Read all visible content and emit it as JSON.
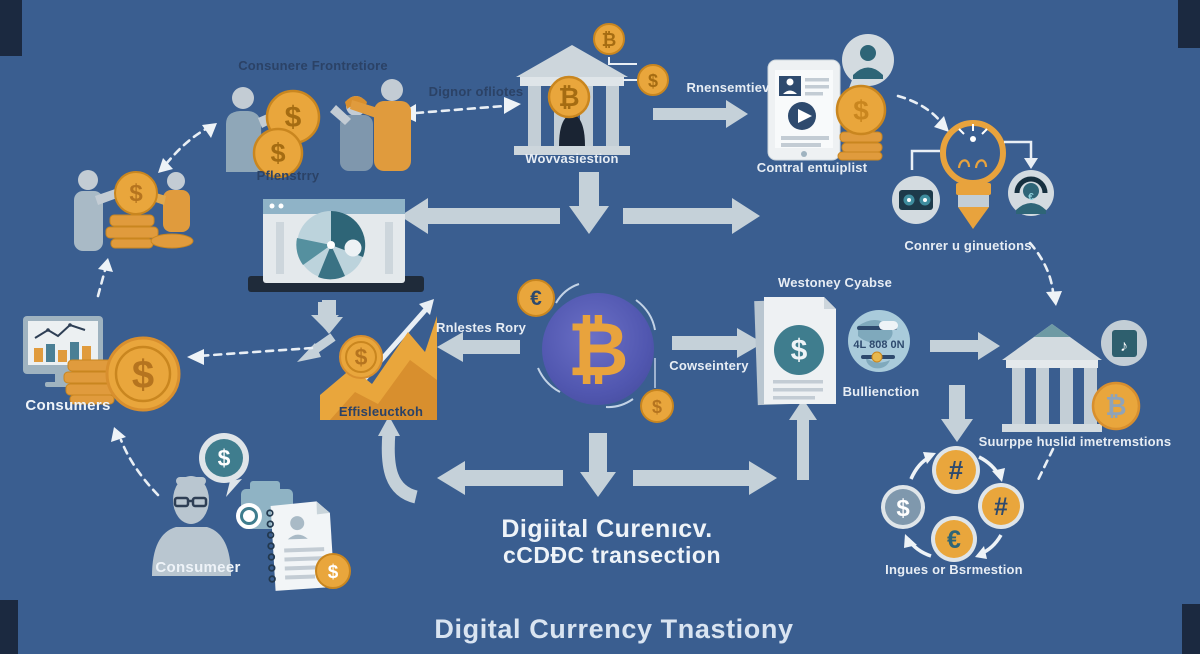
{
  "colors": {
    "background": "#3a5e90",
    "accent_orange": "#e9a63c",
    "coin_edge": "#c9861f",
    "navy": "#2b4266",
    "arrow_gray": "#c5d1d9",
    "center_circle_indigo": "#5157b0",
    "teal": "#3f7d8e",
    "silver": "#dfe5e9"
  },
  "glyphs": {
    "bitcoin": "₿",
    "dollar": "$",
    "euro": "€",
    "hash": "#",
    "note": "♪"
  },
  "labels": {
    "top_people": "Consunere Frontretiore",
    "top_people_sub": "Pflenstrry",
    "dignor": "Dignor ofliotes",
    "bank": "Wovvasiestion",
    "remittance": "Rnensemtiev",
    "mobile": "Contral entuiplist",
    "ideas": "Conrer u ginuetions",
    "consumers": "Consumers",
    "invest": "Rnlestes Rory",
    "currency": "Cowseintery",
    "efficiency": "Effisleuctkoh",
    "monetary_doc": "Westoney Cyabse",
    "balance": "Bullienction",
    "globe_value": "4L 808 0N",
    "institutions": "Suurppe huslid imetremstions",
    "exchange": "Ingues or Bsrmestion",
    "consumer": "Consumeer"
  },
  "titles": {
    "center_line1": "Digiital Curenıcv.",
    "center_line2": "cCDĐC transection",
    "footer": "Digital Currency Tnastiony"
  }
}
